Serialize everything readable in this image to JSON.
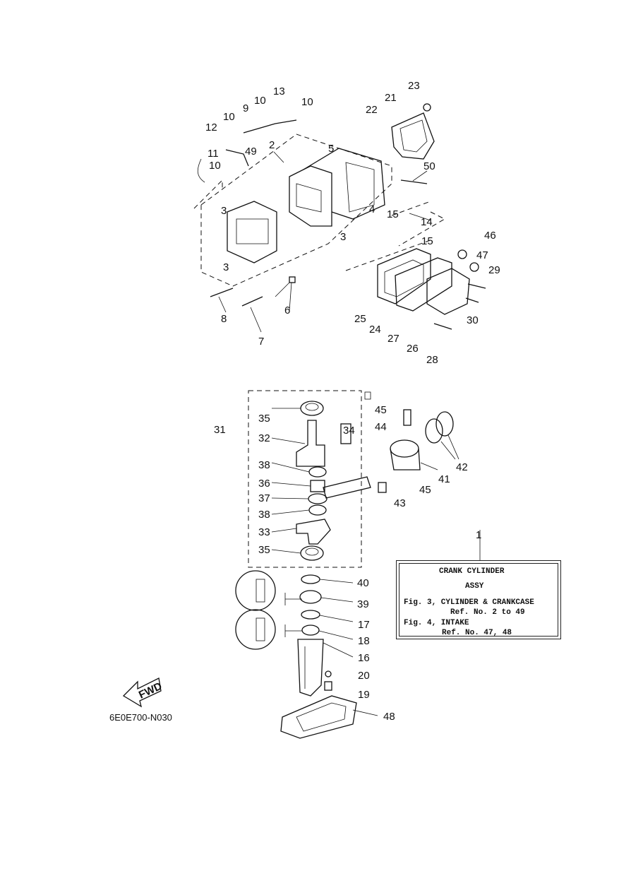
{
  "callouts": {
    "n1": "1",
    "n2": "2",
    "n3a": "3",
    "n3b": "3",
    "n3c": "3",
    "n4": "4",
    "n5": "5",
    "n6": "6",
    "n7": "7",
    "n8": "8",
    "n9": "9",
    "n10a": "10",
    "n10b": "10",
    "n10c": "10",
    "n10d": "10",
    "n11": "11",
    "n12": "12",
    "n13": "13",
    "n14": "14",
    "n15a": "15",
    "n15b": "15",
    "n16": "16",
    "n17": "17",
    "n18": "18",
    "n19": "19",
    "n20": "20",
    "n21": "21",
    "n22": "22",
    "n23": "23",
    "n24": "24",
    "n25": "25",
    "n26": "26",
    "n27": "27",
    "n28": "28",
    "n29": "29",
    "n30": "30",
    "n31": "31",
    "n32": "32",
    "n33": "33",
    "n34": "34",
    "n35a": "35",
    "n35b": "35",
    "n36": "36",
    "n37": "37",
    "n38a": "38",
    "n38b": "38",
    "n39": "39",
    "n40": "40",
    "n41": "41",
    "n42": "42",
    "n43": "43",
    "n44": "44",
    "n45a": "45",
    "n45b": "45",
    "n46": "46",
    "n47": "47",
    "n48": "48",
    "n49": "49",
    "n50": "50"
  },
  "legend": {
    "line1": "CRANK CYLINDER",
    "line2": "ASSY",
    "line3": "Fig. 3, CYLINDER & CRANKCASE",
    "line4": "Ref. No. 2 to 49",
    "line5": "Fig. 4, INTAKE",
    "line6": "Ref. No. 47, 48"
  },
  "fwd_label": "FWD",
  "diagram_code": "6E0E700-N030"
}
